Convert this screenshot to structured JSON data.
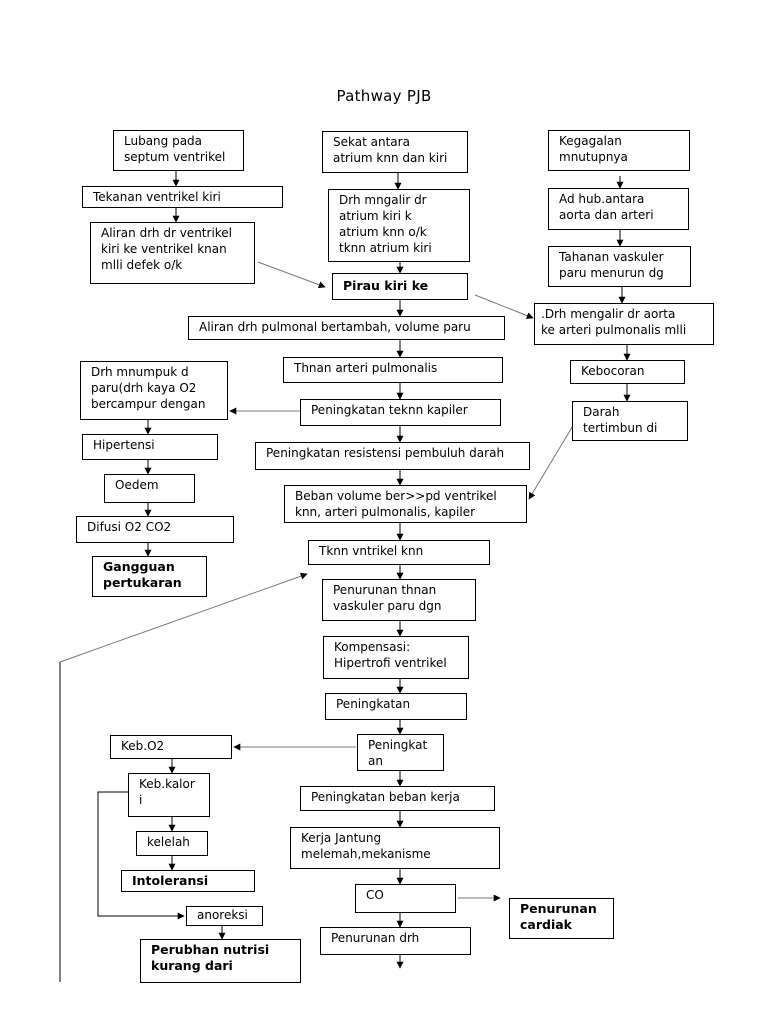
{
  "title": "Pathway PJB",
  "nodes": {
    "lubang": "Lubang pada\nseptum ventrikel",
    "tekanan_ventrikel": "Tekanan ventrikel kiri",
    "aliran_drh_dr": "Aliran drh dr ventrikel\nkiri ke ventrikel knan\nmlli defek o/k",
    "sekat_antara": "Sekat antara\natrium knn dan kiri",
    "drh_mngalir": "Drh mngalir dr\natrium kiri k\natrium knn o/k\ntknn atrium kiri",
    "pirau": "Pirau kiri ke",
    "kegagalan": "Kegagalan\nmnutupnya",
    "ad_hub": "Ad hub.antara\naorta dan arteri",
    "tahanan_vaskuler": "Tahanan vaskuler\nparu menurun dg",
    "drh_mengalir_aorta": ".Drh mengalir dr aorta\nke arteri pulmonalis mlli",
    "aliran_pulmonal": "Aliran drh pulmonal bertambah, volume paru",
    "thnan_arteri": "Thnan arteri pulmonalis",
    "kebocoran": "Kebocoran",
    "darah_tertimbun": "Darah\ntertimbun di",
    "drh_mnumpuk": "Drh mnumpuk d\nparu(drh kaya O2\nbercampur dengan",
    "peningkatan_teknn": "Peningkatan teknn kapiler",
    "hipertensi": "Hipertensi",
    "peningkatan_resistensi": "Peningkatan resistensi pembuluh darah",
    "oedem": "Oedem",
    "beban_volume": "Beban volume ber>>pd ventrikel\nknn, arteri pulmonalis, kapiler",
    "difusi": "Difusi O2 CO2",
    "tknn_vntrikel": "Tknn vntrikel knn",
    "gangguan": "Gangguan\npertukaran",
    "penurunan_thnan": "Penurunan thnan\nvaskuler paru dgn",
    "kompensasi": "Kompensasi:\nHipertrofi ventrikel",
    "peningkatan_1": "Peningkatan",
    "keb_o2": "Keb.O2",
    "peningkatan_2": "Peningkat\nan",
    "keb_kalori": "Keb.kalor\ni",
    "peningkatan_beban": "Peningkatan beban kerja",
    "kelelah": "kelelah",
    "kerja_jantung": "Kerja Jantung\nmelemah,mekanisme",
    "intoleransi": "Intoleransi",
    "co": "CO",
    "penurunan_cardiak": "Penurunan\ncardiak",
    "anoreksi": "anoreksi",
    "penurunan_drh": "Penurunan drh",
    "perubhan_nutrisi": "Perubhan nutrisi\nkurang dari"
  }
}
